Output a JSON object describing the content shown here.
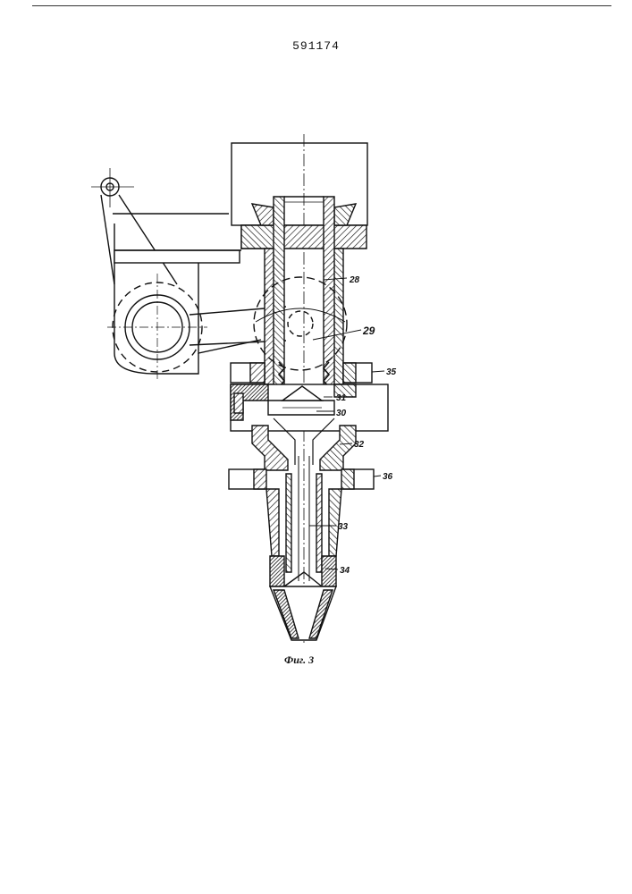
{
  "document": {
    "patent_number": "591174",
    "figure_caption": "Фиг. 3"
  },
  "labels": {
    "l28": "28",
    "l29": "29",
    "l30": "30",
    "l31": "31",
    "l32": "32",
    "l33": "33",
    "l34": "34",
    "l35": "35",
    "l36": "36"
  },
  "colors": {
    "ink": "#111111",
    "paper": "#ffffff"
  }
}
